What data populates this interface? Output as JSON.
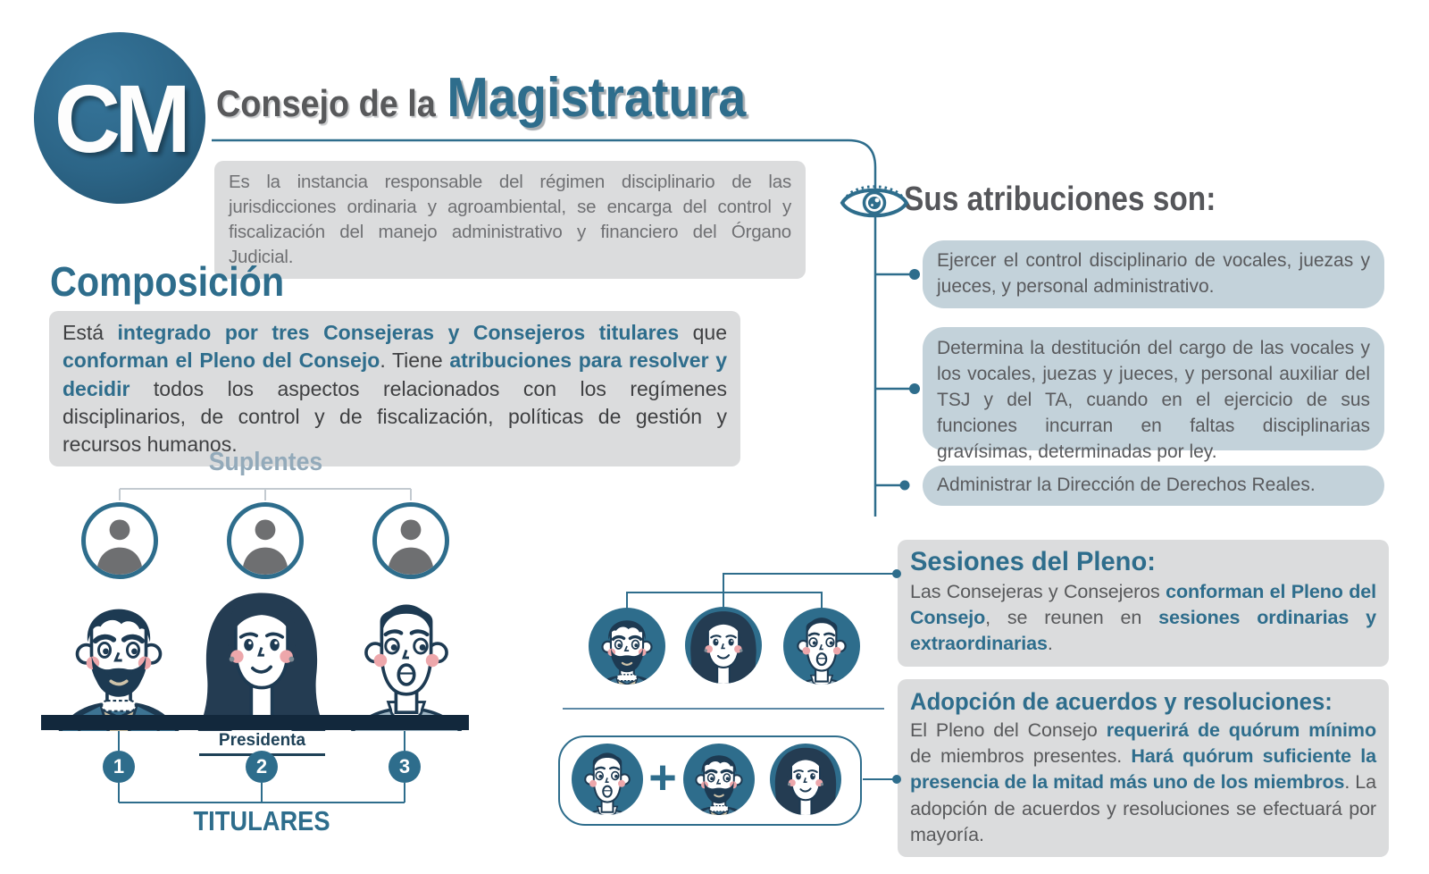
{
  "logo": {
    "initials": "CM"
  },
  "header": {
    "title_prefix": "Consejo de la",
    "title_main": "Magistratura"
  },
  "intro": {
    "text": "Es la instancia responsable del régimen disciplinario de las jurisdicciones ordinaria y agroambiental, se encarga del control y fiscalización del manejo administrativo y financiero del Órgano Judicial."
  },
  "composicion": {
    "heading": "Composición",
    "segments": [
      {
        "t": "Está ",
        "b": false
      },
      {
        "t": "integrado por tres Consejeras y Consejeros titulares",
        "b": true
      },
      {
        "t": " que ",
        "b": false
      },
      {
        "t": "conforman el Pleno del Consejo",
        "b": true
      },
      {
        "t": ". Tiene ",
        "b": false
      },
      {
        "t": "atribuciones para resolver y decidir",
        "b": true
      },
      {
        "t": " todos los aspectos relacionados con los regímenes disciplinarios, de control y de fiscalización, políticas de gestión y recursos humanos.",
        "b": false
      }
    ]
  },
  "suplentes": {
    "label": "Suplentes"
  },
  "titulares": {
    "label": "TITULARES",
    "presidenta_label": "Presidenta",
    "numbers": [
      "1",
      "2",
      "3"
    ]
  },
  "atribuciones": {
    "heading": "Sus atribuciones son:",
    "items": [
      "Ejercer el control disciplinario de vocales, juezas y jueces, y personal administrativo.",
      "Determina la destitución del cargo de las vocales y los vocales, juezas y jueces, y personal auxiliar del TSJ y del TA, cuando en el ejercicio de sus funciones incurran en faltas disciplinarias gravísimas, determinadas por ley.",
      "Administrar la Dirección de Derechos Reales."
    ]
  },
  "sesiones": {
    "heading": "Sesiones del Pleno:",
    "segments": [
      {
        "t": "Las Consejeras y Consejeros ",
        "b": false
      },
      {
        "t": "conforman el Pleno del Consejo",
        "b": true
      },
      {
        "t": ", se reunen en ",
        "b": false
      },
      {
        "t": "sesiones ordinarias y extraordinarias",
        "b": true
      },
      {
        "t": ".",
        "b": false
      }
    ]
  },
  "adopcion": {
    "heading": "Adopción de acuerdos y resoluciones:",
    "segments": [
      {
        "t": "El Pleno del Consejo ",
        "b": false
      },
      {
        "t": "requerirá de quórum mínimo",
        "b": true
      },
      {
        "t": " de miembros presentes. ",
        "b": false
      },
      {
        "t": "Hará quórum suficiente la presencia de la mitad más uno de los miembros",
        "b": true
      },
      {
        "t": ". La adopción de acuerdos y resoluciones se efectuará por mayoría.",
        "b": false
      }
    ]
  },
  "quorum": {
    "plus": "+"
  },
  "colors": {
    "teal": "#2e6d8c",
    "navy": "#1d3a52",
    "gray_panel": "#dbdcdd",
    "blue_panel": "#c3d2da",
    "heading_gray": "#55565a",
    "body_gray": "#58595b",
    "suplentes_label": "#93aaba",
    "cheek_pink": "#eda7ab",
    "desk_bar": "#12283c"
  }
}
